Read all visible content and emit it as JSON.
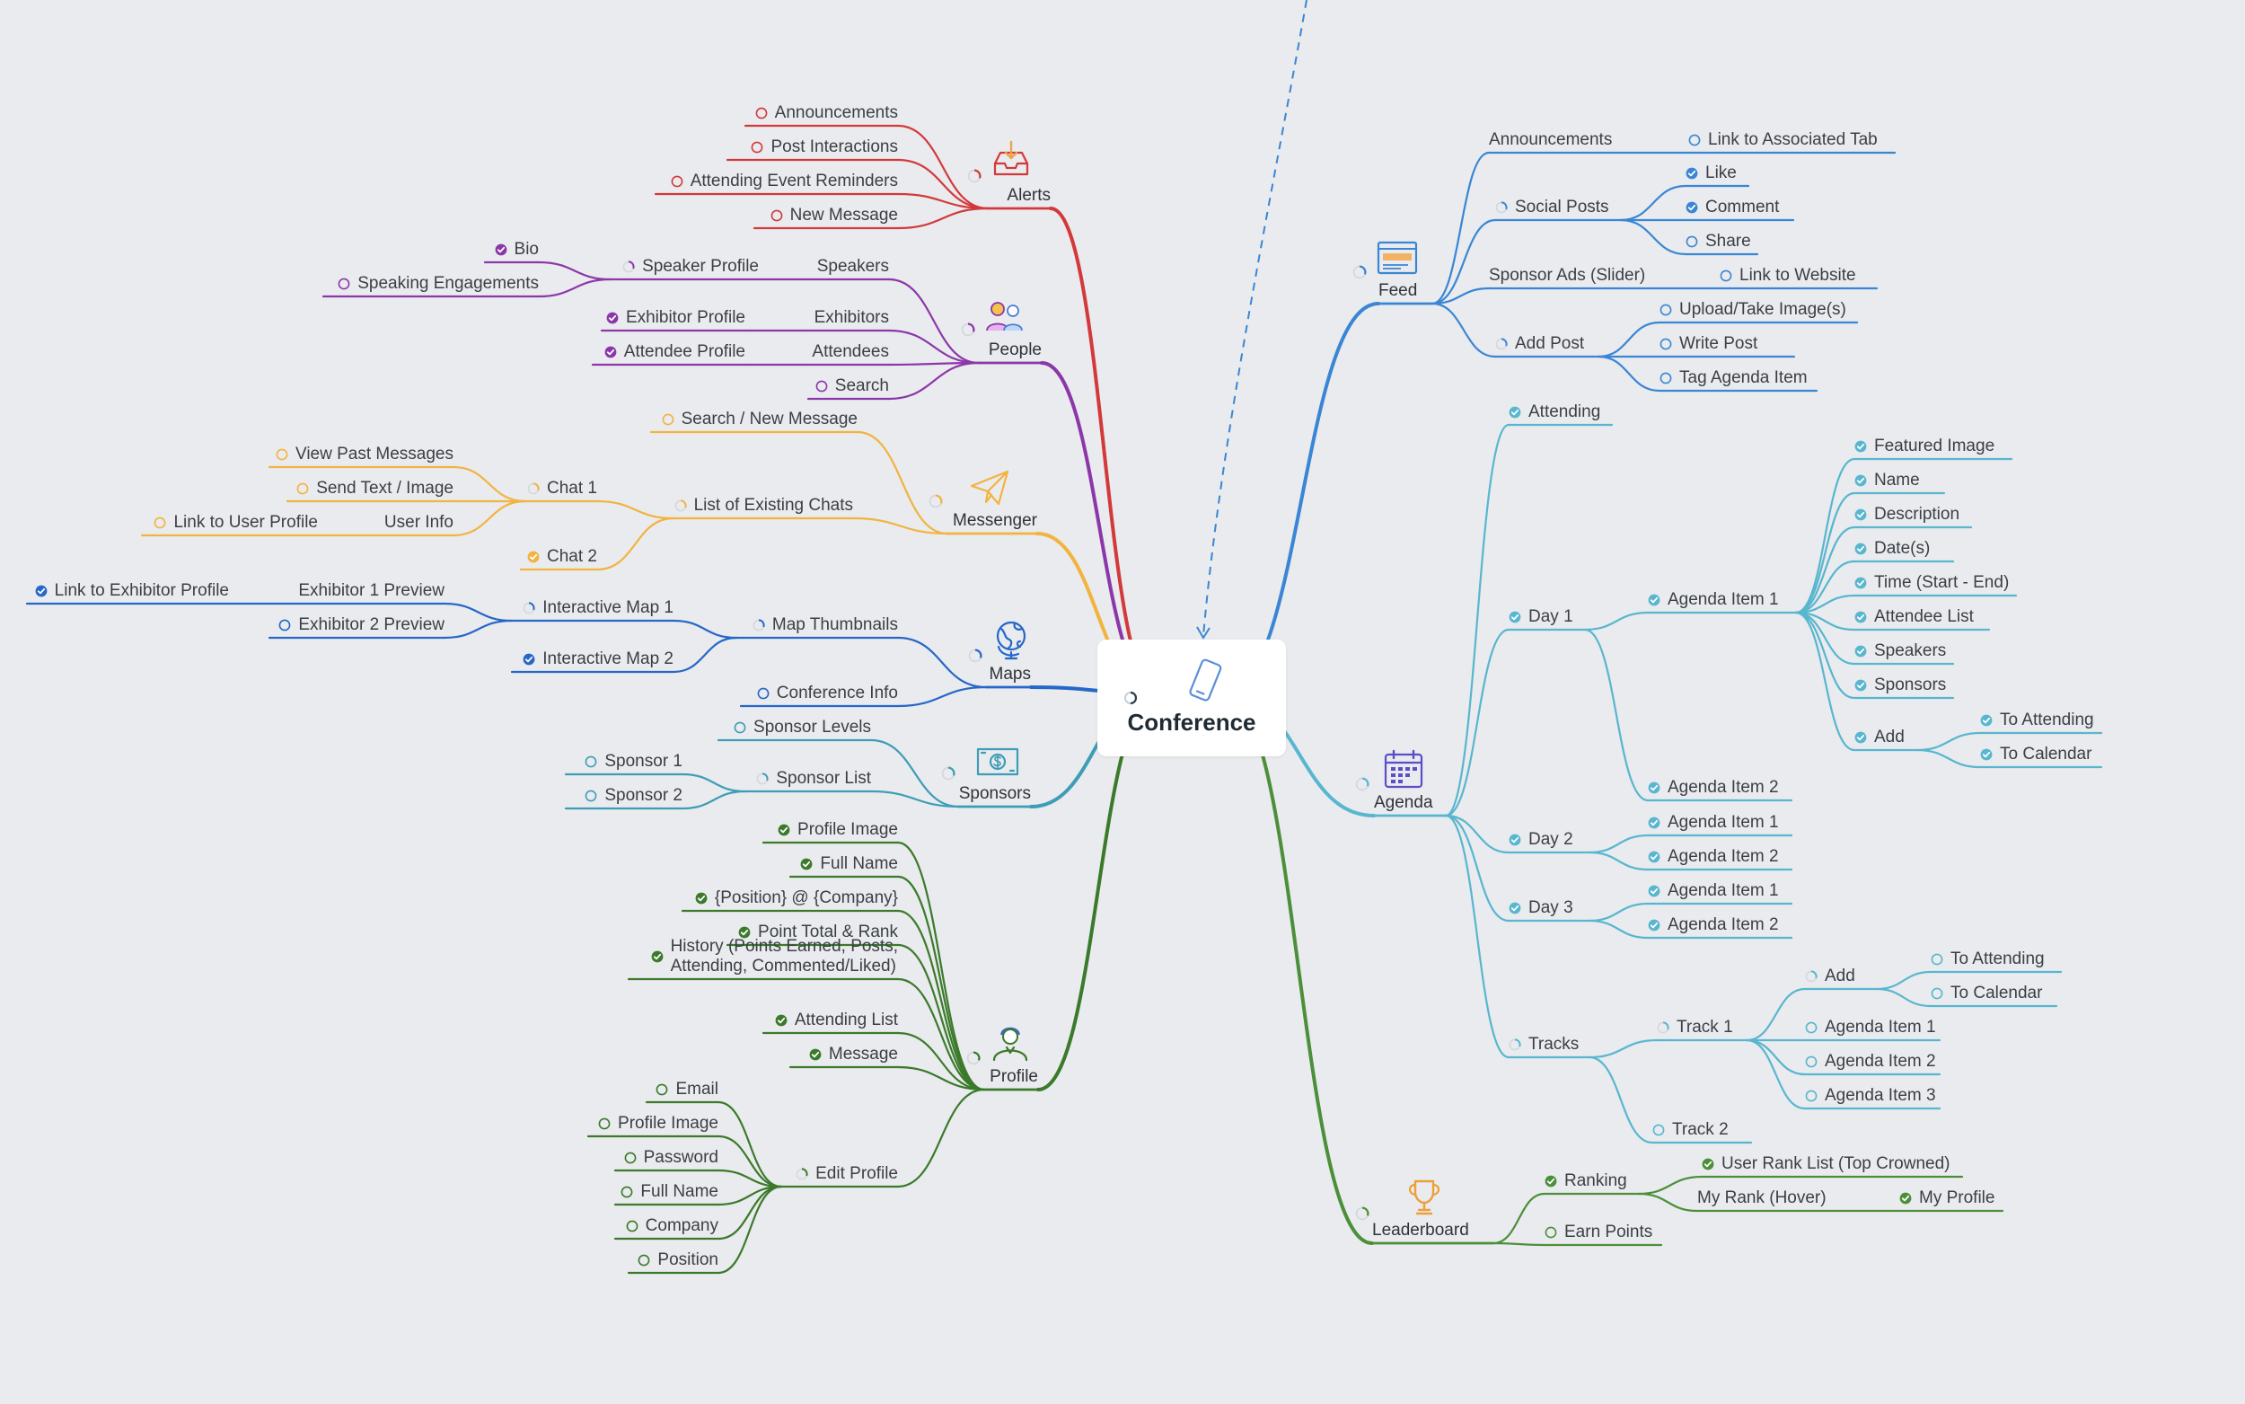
{
  "central": {
    "title": "Conference",
    "icon": "phone-icon"
  },
  "branches": [
    {
      "id": "alerts",
      "label": "Alerts",
      "side": "left",
      "color": "#d3393a",
      "icon": "inbox-icon",
      "children": [
        {
          "label": "Announcements",
          "status": "empty"
        },
        {
          "label": "Post Interactions",
          "status": "empty"
        },
        {
          "label": "Attending Event Reminders",
          "status": "empty"
        },
        {
          "label": "New Message",
          "status": "empty"
        }
      ]
    },
    {
      "id": "people",
      "label": "People",
      "side": "left",
      "color": "#8c37a9",
      "icon": "people-icon",
      "children": [
        {
          "label": "Speakers",
          "children": [
            {
              "label": "Speaker Profile",
              "status": "partial",
              "children": [
                {
                  "label": "Bio",
                  "status": "done"
                },
                {
                  "label": "Speaking Engagements",
                  "status": "empty"
                }
              ]
            }
          ]
        },
        {
          "label": "Exhibitors",
          "children": [
            {
              "label": "Exhibitor Profile",
              "status": "done"
            }
          ]
        },
        {
          "label": "Attendees",
          "children": [
            {
              "label": "Attendee Profile",
              "status": "done"
            }
          ]
        },
        {
          "label": "Search",
          "status": "empty"
        }
      ]
    },
    {
      "id": "messenger",
      "label": "Messenger",
      "side": "left",
      "color": "#f2b33f",
      "icon": "paper-plane-icon",
      "children": [
        {
          "label": "Search / New Message",
          "status": "empty"
        },
        {
          "label": "List of Existing Chats",
          "status": "partial",
          "children": [
            {
              "label": "Chat 1",
              "status": "partial",
              "children": [
                {
                  "label": "View Past Messages",
                  "status": "empty"
                },
                {
                  "label": "Send Text / Image",
                  "status": "empty"
                },
                {
                  "label": "User Info",
                  "children": [
                    {
                      "label": "Link to User Profile",
                      "status": "empty"
                    }
                  ]
                }
              ]
            },
            {
              "label": "Chat 2",
              "status": "done"
            }
          ]
        }
      ]
    },
    {
      "id": "maps",
      "label": "Maps",
      "side": "left",
      "color": "#2667c7",
      "icon": "globe-icon",
      "children": [
        {
          "label": "Map Thumbnails",
          "status": "partial",
          "children": [
            {
              "label": "Interactive Map 1",
              "status": "partial",
              "children": [
                {
                  "label": "Exhibitor 1 Preview",
                  "children": [
                    {
                      "label": "Link to Exhibitor Profile",
                      "status": "done"
                    }
                  ]
                },
                {
                  "label": "Exhibitor 2 Preview",
                  "status": "empty"
                }
              ]
            },
            {
              "label": "Interactive Map 2",
              "status": "done"
            }
          ]
        },
        {
          "label": "Conference Info",
          "status": "empty"
        }
      ]
    },
    {
      "id": "sponsors",
      "label": "Sponsors",
      "side": "left",
      "color": "#3e9db6",
      "icon": "money-icon",
      "children": [
        {
          "label": "Sponsor Levels",
          "status": "empty"
        },
        {
          "label": "Sponsor List",
          "status": "partial",
          "children": [
            {
              "label": "Sponsor 1",
              "status": "empty"
            },
            {
              "label": "Sponsor 2",
              "status": "empty"
            }
          ]
        }
      ]
    },
    {
      "id": "profile",
      "label": "Profile",
      "side": "left",
      "color": "#3b7a2a",
      "icon": "user-icon",
      "children": [
        {
          "label": "Profile Image",
          "status": "done"
        },
        {
          "label": "Full Name",
          "status": "done"
        },
        {
          "label": "{Position} @ {Company}",
          "status": "done"
        },
        {
          "label": "Point Total & Rank",
          "status": "done"
        },
        {
          "label": "History (Points Earned, Posts,\nAttending, Commented/Liked)",
          "status": "done"
        },
        {
          "label": "Attending List",
          "status": "done"
        },
        {
          "label": "Message",
          "status": "done"
        },
        {
          "label": "Edit Profile",
          "status": "partial",
          "children": [
            {
              "label": "Email",
              "status": "empty"
            },
            {
              "label": "Profile Image",
              "status": "empty"
            },
            {
              "label": "Password",
              "status": "empty"
            },
            {
              "label": "Full Name",
              "status": "empty"
            },
            {
              "label": "Company",
              "status": "empty"
            },
            {
              "label": "Position",
              "status": "empty"
            }
          ]
        }
      ]
    },
    {
      "id": "feed",
      "label": "Feed",
      "side": "right",
      "color": "#3a86d4",
      "icon": "feed-window-icon",
      "children": [
        {
          "label": "Announcements",
          "children": [
            {
              "label": "Link to Associated Tab",
              "status": "empty"
            }
          ]
        },
        {
          "label": "Social Posts",
          "status": "partial",
          "children": [
            {
              "label": "Like",
              "status": "done"
            },
            {
              "label": "Comment",
              "status": "done"
            },
            {
              "label": "Share",
              "status": "empty"
            }
          ]
        },
        {
          "label": "Sponsor Ads (Slider)",
          "children": [
            {
              "label": "Link to Website",
              "status": "empty"
            }
          ]
        },
        {
          "label": "Add Post",
          "status": "partial",
          "children": [
            {
              "label": "Upload/Take Image(s)",
              "status": "empty"
            },
            {
              "label": "Write Post",
              "status": "empty"
            },
            {
              "label": "Tag Agenda Item",
              "status": "empty"
            }
          ]
        }
      ]
    },
    {
      "id": "agenda",
      "label": "Agenda",
      "side": "right",
      "color": "#58b6cf",
      "icon": "calendar-icon",
      "children": [
        {
          "label": "Attending",
          "status": "done"
        },
        {
          "label": "Day 1",
          "status": "done",
          "children": [
            {
              "label": "Agenda Item 1",
              "status": "done",
              "children": [
                {
                  "label": "Featured Image",
                  "status": "done"
                },
                {
                  "label": "Name",
                  "status": "done"
                },
                {
                  "label": "Description",
                  "status": "done"
                },
                {
                  "label": "Date(s)",
                  "status": "done"
                },
                {
                  "label": "Time (Start - End)",
                  "status": "done"
                },
                {
                  "label": "Attendee List",
                  "status": "done"
                },
                {
                  "label": "Speakers",
                  "status": "done"
                },
                {
                  "label": "Sponsors",
                  "status": "done"
                },
                {
                  "label": "Add",
                  "status": "done",
                  "children": [
                    {
                      "label": "To Attending",
                      "status": "done"
                    },
                    {
                      "label": "To Calendar",
                      "status": "done"
                    }
                  ]
                }
              ]
            },
            {
              "label": "Agenda Item 2",
              "status": "done"
            }
          ]
        },
        {
          "label": "Day 2",
          "status": "done",
          "children": [
            {
              "label": "Agenda Item 1",
              "status": "done"
            },
            {
              "label": "Agenda Item 2",
              "status": "done"
            }
          ]
        },
        {
          "label": "Day 3",
          "status": "done",
          "children": [
            {
              "label": "Agenda Item 1",
              "status": "done"
            },
            {
              "label": "Agenda Item 2",
              "status": "done"
            }
          ]
        },
        {
          "label": "Tracks",
          "status": "partial",
          "children": [
            {
              "label": "Track 1",
              "status": "partial",
              "children": [
                {
                  "label": "Add",
                  "status": "partial",
                  "children": [
                    {
                      "label": "To Attending",
                      "status": "empty"
                    },
                    {
                      "label": "To Calendar",
                      "status": "empty"
                    }
                  ]
                },
                {
                  "label": "Agenda Item 1",
                  "status": "empty"
                },
                {
                  "label": "Agenda Item 2",
                  "status": "empty"
                },
                {
                  "label": "Agenda Item 3",
                  "status": "empty"
                }
              ]
            },
            {
              "label": "Track 2",
              "status": "empty"
            }
          ]
        }
      ]
    },
    {
      "id": "leaderboard",
      "label": "Leaderboard",
      "side": "right",
      "color": "#4c8f3a",
      "icon": "trophy-icon",
      "children": [
        {
          "label": "Ranking",
          "status": "done",
          "children": [
            {
              "label": "User Rank List (Top Crowned)",
              "status": "done"
            },
            {
              "label": "My Rank (Hover)",
              "children": [
                {
                  "label": "My Profile",
                  "status": "done"
                }
              ]
            }
          ]
        },
        {
          "label": "Earn Points",
          "status": "empty"
        }
      ]
    }
  ]
}
